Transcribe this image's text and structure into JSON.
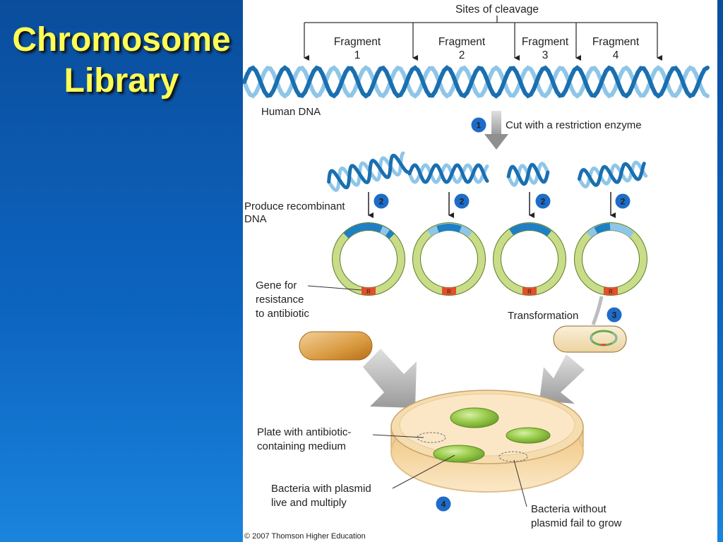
{
  "slide": {
    "title_line1": "Chromosome",
    "title_line2": "Library"
  },
  "colors": {
    "background": "#0d5fb5",
    "title": "#ffff55",
    "dna_dark": "#1a6fb0",
    "dna_light": "#8fc6e8",
    "plasmid_ring": "#c9dc88",
    "insert": "#1f7fc4",
    "resistance_gene": "#e0502a",
    "badge": "#1e6cc8",
    "colony": "#8cc63f",
    "plate": "#f6ddb0"
  },
  "figure": {
    "sites_of_cleavage": "Sites of cleavage",
    "fragments": [
      {
        "word": "Fragment",
        "num": "1"
      },
      {
        "word": "Fragment",
        "num": "2"
      },
      {
        "word": "Fragment",
        "num": "3"
      },
      {
        "word": "Fragment",
        "num": "4"
      }
    ],
    "human_dna": "Human DNA",
    "steps": [
      {
        "num": "1",
        "text": "Cut with a restriction enzyme"
      },
      {
        "num": "2",
        "text_line1": "Produce recombinant",
        "text_line2": "DNA"
      },
      {
        "num": "3",
        "text": "Transformation"
      },
      {
        "num": "4"
      }
    ],
    "resistance_label": [
      "Gene for",
      "resistance",
      "to antibiotic"
    ],
    "resistance_gene_letter": "R",
    "plate_label": [
      "Plate with antibiotic-",
      "containing medium"
    ],
    "bacteria_plasmid_label": [
      "Bacteria with plasmid",
      "live and multiply"
    ],
    "bacteria_no_plasmid_label": [
      "Bacteria without",
      "plasmid fail to grow"
    ],
    "copyright": "© 2007 Thomson Higher Education"
  }
}
